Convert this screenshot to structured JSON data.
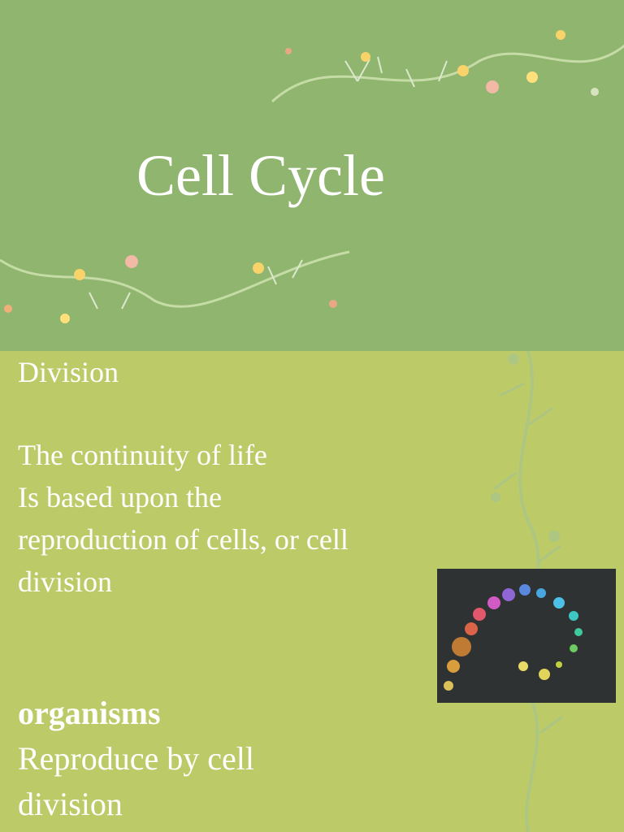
{
  "slide1": {
    "title": "Cell Cycle"
  },
  "slide2": {
    "heading": "Division",
    "paragraph_lines": [
      "The continuity of life",
      "Is based upon the",
      "reproduction of cells, or cell",
      "division"
    ],
    "organisms_heading": "organisms",
    "organisms_lines": [
      "Reproduce by cell",
      "division"
    ]
  },
  "colors": {
    "top_background": "#90b56e",
    "bottom_background": "#bccb67",
    "text": "#ffffff",
    "photo_background": "#2f3233"
  },
  "images": {
    "cell_division_photo": "cell-division-sequence-image",
    "vines": "floral-vine-decoration"
  }
}
